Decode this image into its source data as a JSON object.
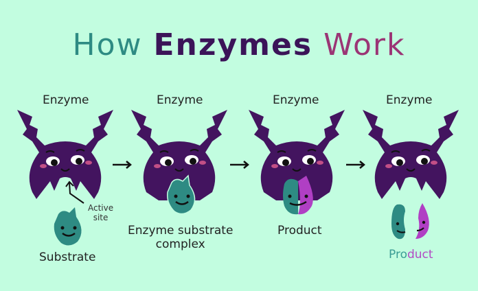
{
  "title": {
    "part1": "How",
    "part2": "Enzymes",
    "part3": "Work",
    "colors": {
      "part1": "#2e8b83",
      "part2": "#3b1458",
      "part3": "#9b3575"
    }
  },
  "stages": [
    {
      "enzyme_label": "Enzyme",
      "caption": "Substrate",
      "annotation_line1": "Active",
      "annotation_line2": "site"
    },
    {
      "enzyme_label": "Enzyme",
      "caption_line1": "Enzyme substrate",
      "caption_line2": "complex"
    },
    {
      "enzyme_label": "Enzyme",
      "caption": "Product"
    },
    {
      "enzyme_label": "Enzyme",
      "caption_part1": "Pro",
      "caption_part2": "duct"
    }
  ],
  "arrows": [
    "right-arrow",
    "right-arrow",
    "right-arrow"
  ],
  "colors": {
    "background": "#c2fde0",
    "enzyme": "#43145f",
    "substrate": "#2e8b83",
    "product": "#b03fc4",
    "cheek": "#c24f86"
  }
}
